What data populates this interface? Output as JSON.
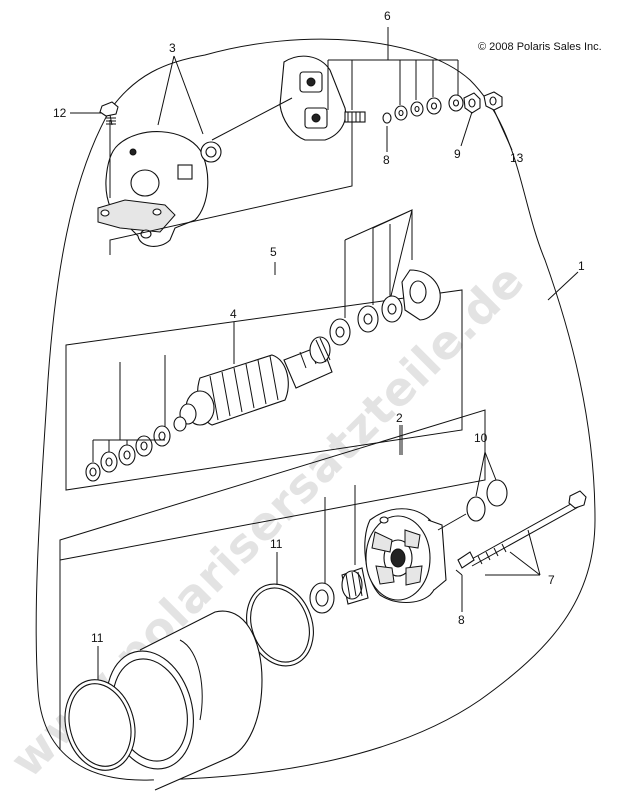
{
  "copyright": "© 2008 Polaris Sales Inc.",
  "watermark": "www.polarisersatzteile.de",
  "callouts": {
    "c1": "1",
    "c2": "2",
    "c3": "3",
    "c4": "4",
    "c5": "5",
    "c6": "6",
    "c7": "7",
    "c8a": "8",
    "c8b": "8",
    "c9": "9",
    "c10": "10",
    "c11a": "11",
    "c11b": "11",
    "c12": "12",
    "c13": "13"
  },
  "parts": [
    {
      "id": "outline",
      "name": "starter-assembly-outline"
    },
    {
      "id": "end-cap",
      "name": "rear-end-cap"
    },
    {
      "id": "brush-holder",
      "name": "brush-holder-plate"
    },
    {
      "id": "armature",
      "name": "armature"
    },
    {
      "id": "front-housing",
      "name": "front-drive-housing"
    },
    {
      "id": "motor-housing",
      "name": "motor-housing-tube"
    }
  ]
}
